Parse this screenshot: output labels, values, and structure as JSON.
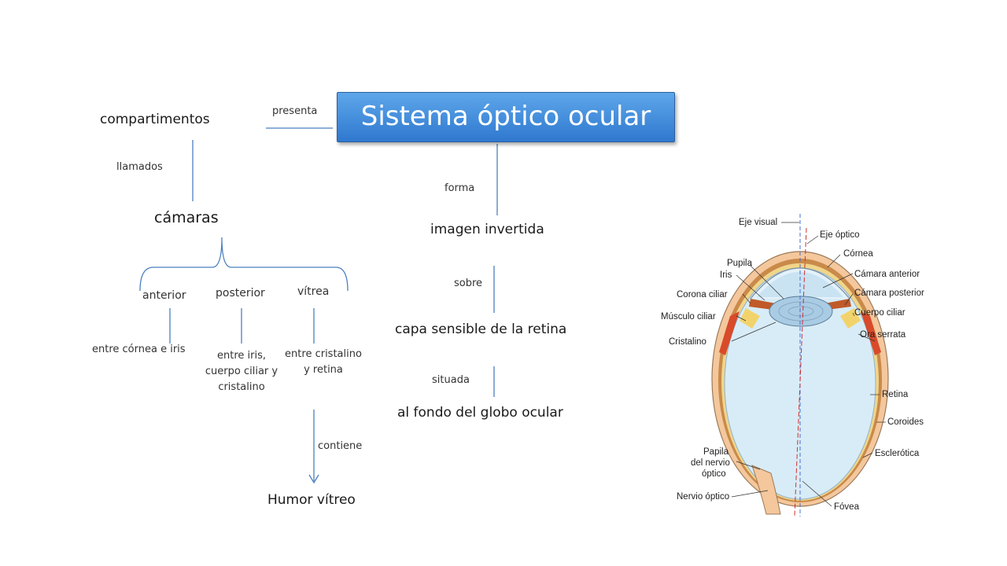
{
  "title": "Sistema óptico ocular",
  "nodes": {
    "compartimentos": "compartimentos",
    "camaras": "cámaras",
    "anterior": "anterior",
    "posterior": "posterior",
    "vitrea": "vítrea",
    "anterior_desc": "entre córnea e iris",
    "posterior_desc_1": "entre iris,",
    "posterior_desc_2": "cuerpo ciliar y",
    "posterior_desc_3": "cristalino",
    "vitrea_desc_1": "entre cristalino",
    "vitrea_desc_2": "y retina",
    "humor": "Humor vítreo",
    "imagen": "imagen invertida",
    "capa": "capa sensible de la retina",
    "fondo": "al fondo del globo ocular"
  },
  "connectors": {
    "presenta": "presenta",
    "llamados": "llamados",
    "forma": "forma",
    "sobre": "sobre",
    "situada": "situada",
    "contiene": "contiene"
  },
  "eye_labels": {
    "eje_visual": "Eje visual",
    "eje_optico": "Eje óptico",
    "cornea": "Córnea",
    "pupila": "Pupila",
    "iris": "Iris",
    "camara_anterior": "Cámara anterior",
    "corona_ciliar": "Corona ciliar",
    "camara_posterior": "Cámara posterior",
    "musculo_ciliar": "Músculo ciliar",
    "cuerpo_ciliar": "Cuerpo ciliar",
    "ora_serrata": "Ora serrata",
    "cristalino": "Cristalino",
    "retina": "Retina",
    "coroides": "Coroides",
    "esclerotica": "Esclerótica",
    "papila_1": "Papila",
    "papila_2": "del nervio",
    "papila_3": "óptico",
    "nervio_optico": "Nervio óptico",
    "fovea": "Fóvea"
  }
}
